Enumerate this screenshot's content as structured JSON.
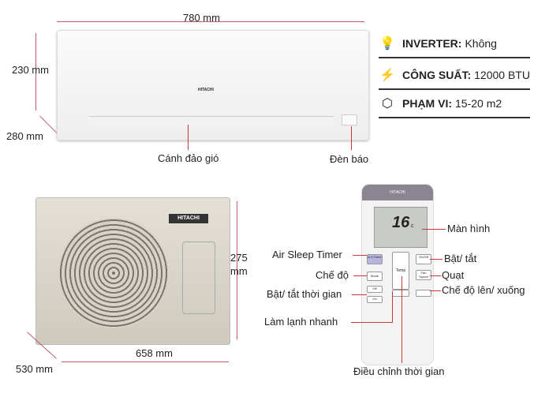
{
  "specs": [
    {
      "icon": "lightbulb-icon",
      "label": "INVERTER:",
      "value": "Không"
    },
    {
      "icon": "lightning-icon",
      "label": "CÔNG SUẤT:",
      "value": "12000 BTU"
    },
    {
      "icon": "cube-icon",
      "label": "PHẠM VI:",
      "value": "15-20 m2"
    }
  ],
  "indoor": {
    "brand": "HITACHI",
    "width": "780  mm",
    "height": "230 mm",
    "depth": "280 mm",
    "louver": "Cánh đảo gió",
    "indicator": "Đèn báo"
  },
  "outdoor": {
    "brand": "HITACHI",
    "height": "275\nmm",
    "width": "658 mm",
    "depth": "530 mm"
  },
  "remote": {
    "brand": "HITACHI",
    "display_temp": "16",
    "display_unit": "c",
    "labels": {
      "screen": "Màn hình",
      "sleep": "Air Sleep Timer",
      "power": "Bật/ tắt",
      "mode": "Chế độ",
      "fan": "Quạt",
      "timer": "Bật/ tắt thời gian",
      "swing": "Chế độ lên/ xuống",
      "powerful": "Làm lạnh nhanh",
      "adjust": "Điều chỉnh thời gian"
    },
    "buttons": {
      "sleep": "A.S.Timer",
      "temp": "Temp",
      "onoff": "On/Off",
      "mode": "Mode",
      "fanspeed": "Fan Speed",
      "off": "Off",
      "on": "On"
    }
  },
  "colors": {
    "leader": "#c23a3a",
    "dimension": "#c25a6a"
  }
}
